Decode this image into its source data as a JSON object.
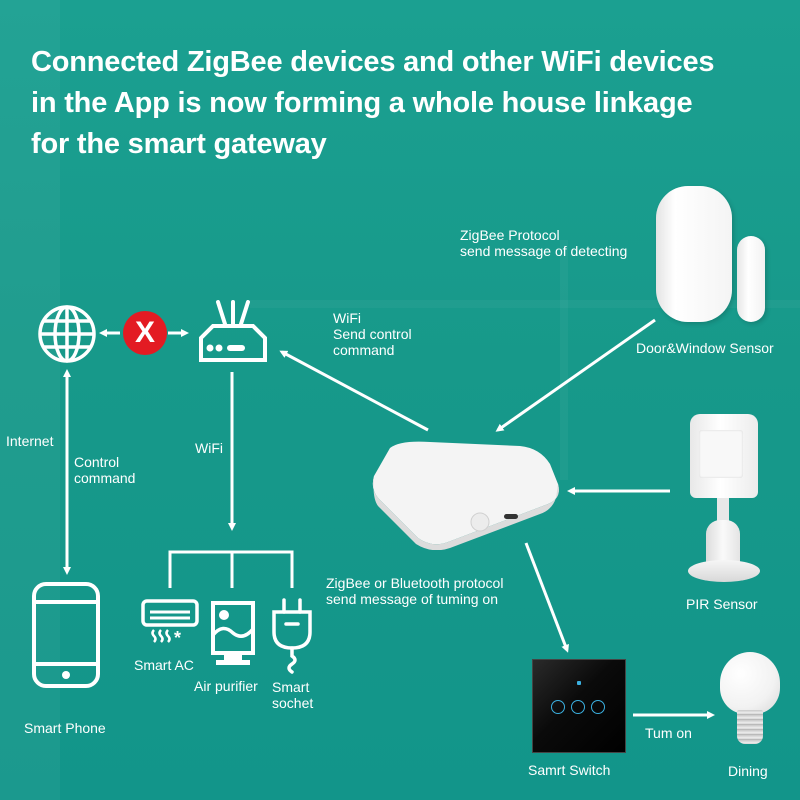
{
  "title": {
    "lines": [
      "Connected ZigBee devices and other WiFi devices",
      "in the App is now forming a whole house linkage",
      "for the smart gateway"
    ]
  },
  "colors": {
    "background": "#17998a",
    "foreground": "#ffffff",
    "blocked": "#e31b23",
    "switch_panel": "#0a0a0a",
    "switch_led": "#3bb0e0"
  },
  "nodes": {
    "internet": {
      "icon": "globe-icon"
    },
    "blocked_link": {
      "icon": "x-mark-icon",
      "symbol": "X"
    },
    "router": {
      "icon": "router-icon"
    },
    "smart_phone": {
      "icon": "phone-icon",
      "label": "Smart Phone"
    },
    "gateway": {
      "icon": "gateway-hub"
    },
    "door_window_sensor": {
      "label": "Door&Window Sensor"
    },
    "pir_sensor": {
      "label": "PIR Sensor"
    },
    "smart_switch": {
      "label": "Samrt Switch"
    },
    "dining_light": {
      "label": "Dining"
    },
    "wifi_devices": [
      {
        "icon": "air-conditioner-icon",
        "label": "Smart AC"
      },
      {
        "icon": "air-purifier-icon",
        "label": "Air purifier"
      },
      {
        "icon": "plug-icon",
        "label_lines": [
          "Smart",
          "sochet"
        ]
      }
    ]
  },
  "edges": {
    "internet_label": "Internet",
    "control_command": [
      "Control",
      "command"
    ],
    "router_wifi": "WiFi",
    "gateway_to_router": [
      "WiFi",
      "Send control",
      "command"
    ],
    "sensor_to_gateway": [
      "ZigBee Protocol",
      "send message of detecting"
    ],
    "gateway_to_switch": [
      "ZigBee or Bluetooth protocol",
      "send message of tuming on"
    ],
    "switch_to_light": "Tum on"
  }
}
